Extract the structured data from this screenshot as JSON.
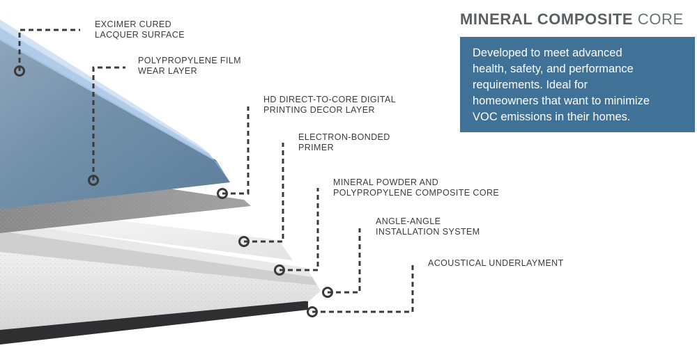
{
  "header": {
    "title_bold": "MINERAL COMPOSITE",
    "title_light": "CORE"
  },
  "info_box": {
    "lines": [
      "Developed to meet advanced",
      "health, safety, and performance",
      "requirements. Ideal for",
      "homeowners that want to minimize",
      "VOC emissions in their homes."
    ],
    "background": "#3f7296"
  },
  "layers": [
    {
      "lines": [
        "EXCIMER CURED",
        "LACQUER SURFACE"
      ]
    },
    {
      "lines": [
        "POLYPROPYLENE FILM",
        "WEAR LAYER"
      ]
    },
    {
      "lines": [
        "HD DIRECT-TO-CORE DIGITAL",
        "PRINTING DECOR LAYER"
      ]
    },
    {
      "lines": [
        "ELECTRON-BONDED",
        "PRIMER"
      ]
    },
    {
      "lines": [
        "MINERAL POWDER AND",
        "POLYPROPYLENE COMPOSITE CORE"
      ]
    },
    {
      "lines": [
        "ANGLE-ANGLE",
        "INSTALLATION SYSTEM"
      ]
    },
    {
      "lines": [
        "ACOUSTICAL UNDERLAYMENT"
      ]
    }
  ],
  "colors": {
    "callout_line": "#3a3a3a",
    "decor_blue": "#6f8ea8",
    "core_light": "#ededed",
    "underlayment": "#2f2f31"
  }
}
